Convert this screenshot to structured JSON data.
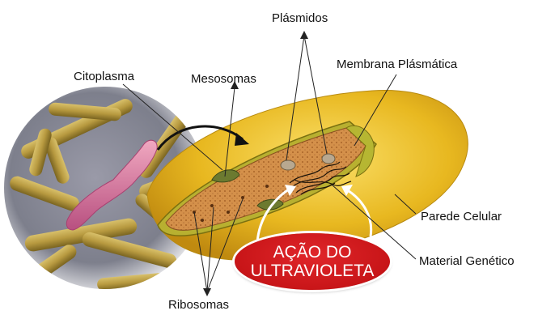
{
  "labels": {
    "plasmidos": "Plásmidos",
    "citoplasma": "Citoplasma",
    "mesosomas": "Mesosomas",
    "membrana": "Membrana Plásmática",
    "parede": "Parede Celular",
    "material": "Material Genético",
    "ribosomas": "Ribosomas"
  },
  "badge": {
    "line1": "AÇÃO DO",
    "line2": "ULTRAVIOLETA"
  },
  "colors": {
    "cell_wall": "#e8b820",
    "membrane": "#b8b030",
    "cytoplasm": "#d4904a",
    "badge": "#c81518",
    "bacterium": "#d67aa0"
  }
}
